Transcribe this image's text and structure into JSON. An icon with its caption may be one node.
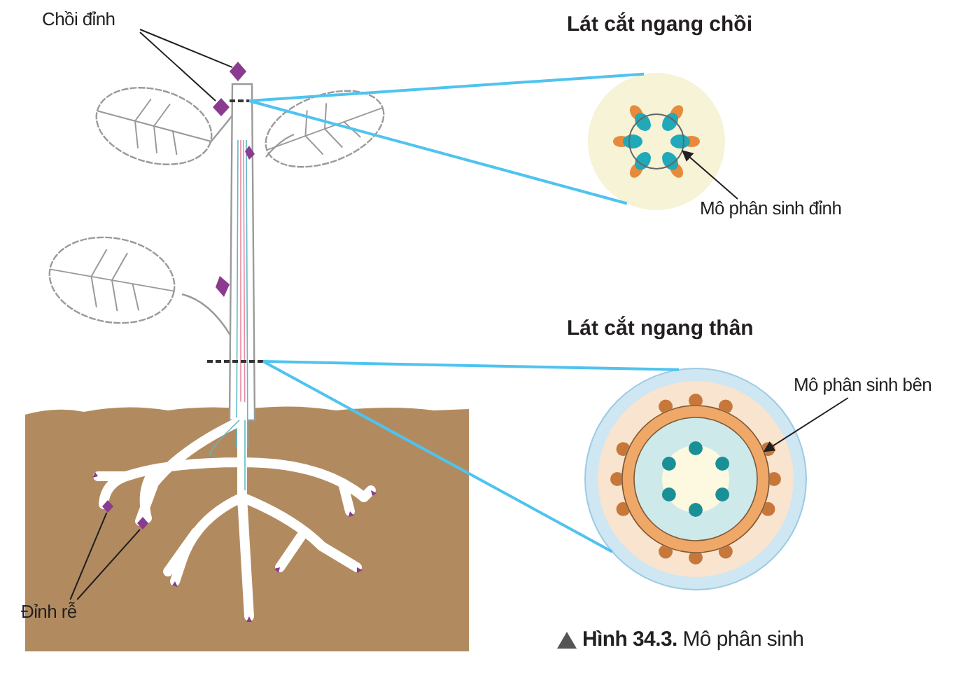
{
  "diagram": {
    "caption": "**Hình 34.3.** Mô phân sinh",
    "nodes": [
      {
        "text": [
          "Chồi đỉnh"
        ]
      },
      {
        "text": [],
        "shape": "picture"
      },
      {
        "text": [],
        "shape": "picture"
      },
      {
        "text": [],
        "shape": "bar"
      },
      {
        "text": [
          "Lát cắt ngang chồi"
        ]
      },
      {
        "text": [],
        "shape": "circle",
        "in": 4
      },
      {
        "text": [
          "Mô phân sinh đỉnh"
        ]
      },
      {
        "text": [],
        "shape": "bar"
      },
      {
        "text": [
          "Lát cắt ngang thân"
        ]
      },
      {
        "text": [],
        "shape": "circle",
        "in": 8
      },
      {
        "text": [
          "Mô phân sinh bên"
        ]
      },
      {
        "text": [
          "Đỉnh rễ"
        ]
      },
      {
        "text": [],
        "shape": "picture"
      },
      {
        "text": [],
        "shape": "picture"
      }
    ],
    "edges": [
      {
        "from": 0,
        "to": 1,
        "arrow": "none"
      },
      {
        "from": 0,
        "to": 2,
        "arrow": "none"
      },
      {
        "from": 3,
        "to": 4,
        "arrow": "none",
        "color": "#4fc3ef"
      },
      {
        "from": 3,
        "to": 4,
        "arrow": "none",
        "color": "#4fc3ef"
      },
      {
        "from": 6,
        "to": 5,
        "arrow": "to"
      },
      {
        "from": 7,
        "to": 8,
        "arrow": "none",
        "color": "#4fc3ef"
      },
      {
        "from": 7,
        "to": 8,
        "arrow": "none",
        "color": "#4fc3ef"
      },
      {
        "from": 10,
        "to": 9,
        "arrow": "to"
      },
      {
        "from": 11,
        "to": 12,
        "arrow": "none"
      },
      {
        "from": 11,
        "to": 13,
        "arrow": "none"
      }
    ]
  }
}
